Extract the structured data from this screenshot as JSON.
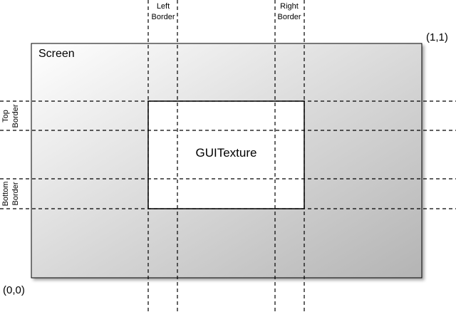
{
  "diagram": {
    "screen_label": "Screen",
    "texture_label": "GUITexture",
    "corner_top_right": "(1,1)",
    "corner_bottom_left": "(0,0)",
    "left_border": [
      "Left",
      "Border"
    ],
    "right_border": [
      "Right",
      "Border"
    ],
    "top_border": [
      "Top",
      "Border"
    ],
    "bottom_border": [
      "Bottom",
      "Border"
    ]
  }
}
